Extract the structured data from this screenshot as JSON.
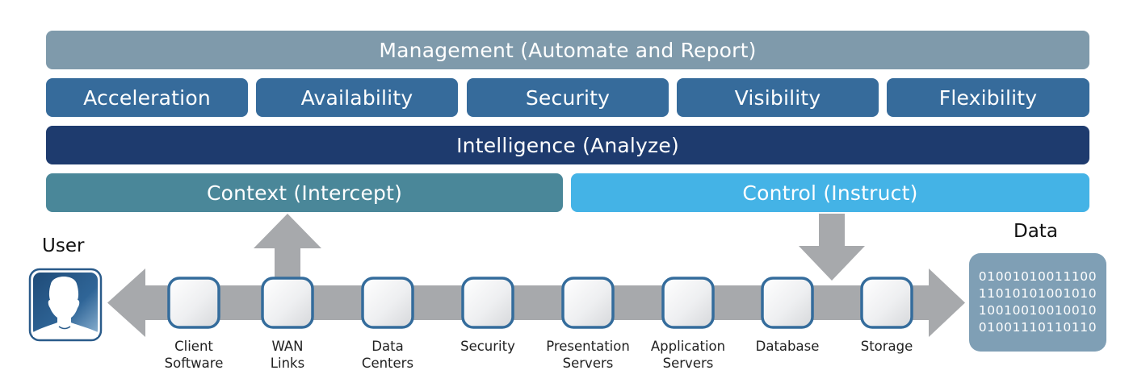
{
  "layers": {
    "management": "Management (Automate and Report)",
    "capabilities": [
      "Acceleration",
      "Availability",
      "Security",
      "Visibility",
      "Flexibility"
    ],
    "intelligence": "Intelligence (Analyze)",
    "context": "Context (Intercept)",
    "control": "Control (Instruct)"
  },
  "endpoints": {
    "user_label": "User",
    "user_icon": "user-silhouette-icon",
    "data_label": "Data",
    "data_bits": [
      "01001010011100",
      "11010101001010",
      "10010010010010",
      "01001110110110"
    ]
  },
  "flow": {
    "direction": "bidirectional",
    "nodes": [
      {
        "line1": "Client",
        "line2": "Software"
      },
      {
        "line1": "WAN",
        "line2": "Links"
      },
      {
        "line1": "Data",
        "line2": "Centers"
      },
      {
        "line1": "Security",
        "line2": ""
      },
      {
        "line1": "Presentation",
        "line2": "Servers"
      },
      {
        "line1": "Application",
        "line2": "Servers"
      },
      {
        "line1": "Database",
        "line2": ""
      },
      {
        "line1": "Storage",
        "line2": ""
      }
    ],
    "up_arrow_from": "WAN Links",
    "up_arrow_to": "Context (Intercept)",
    "down_arrow_from": "Control (Instruct)",
    "down_arrow_to": "Database / Storage"
  },
  "colors": {
    "management": "#7f9aab",
    "capabilities": "#366b9b",
    "intelligence": "#1e3b6e",
    "context": "#4a8799",
    "control": "#44b3e6",
    "arrow": "#a7a9ac",
    "node_border": "#346c9c",
    "data_box": "#7f9fb5"
  }
}
